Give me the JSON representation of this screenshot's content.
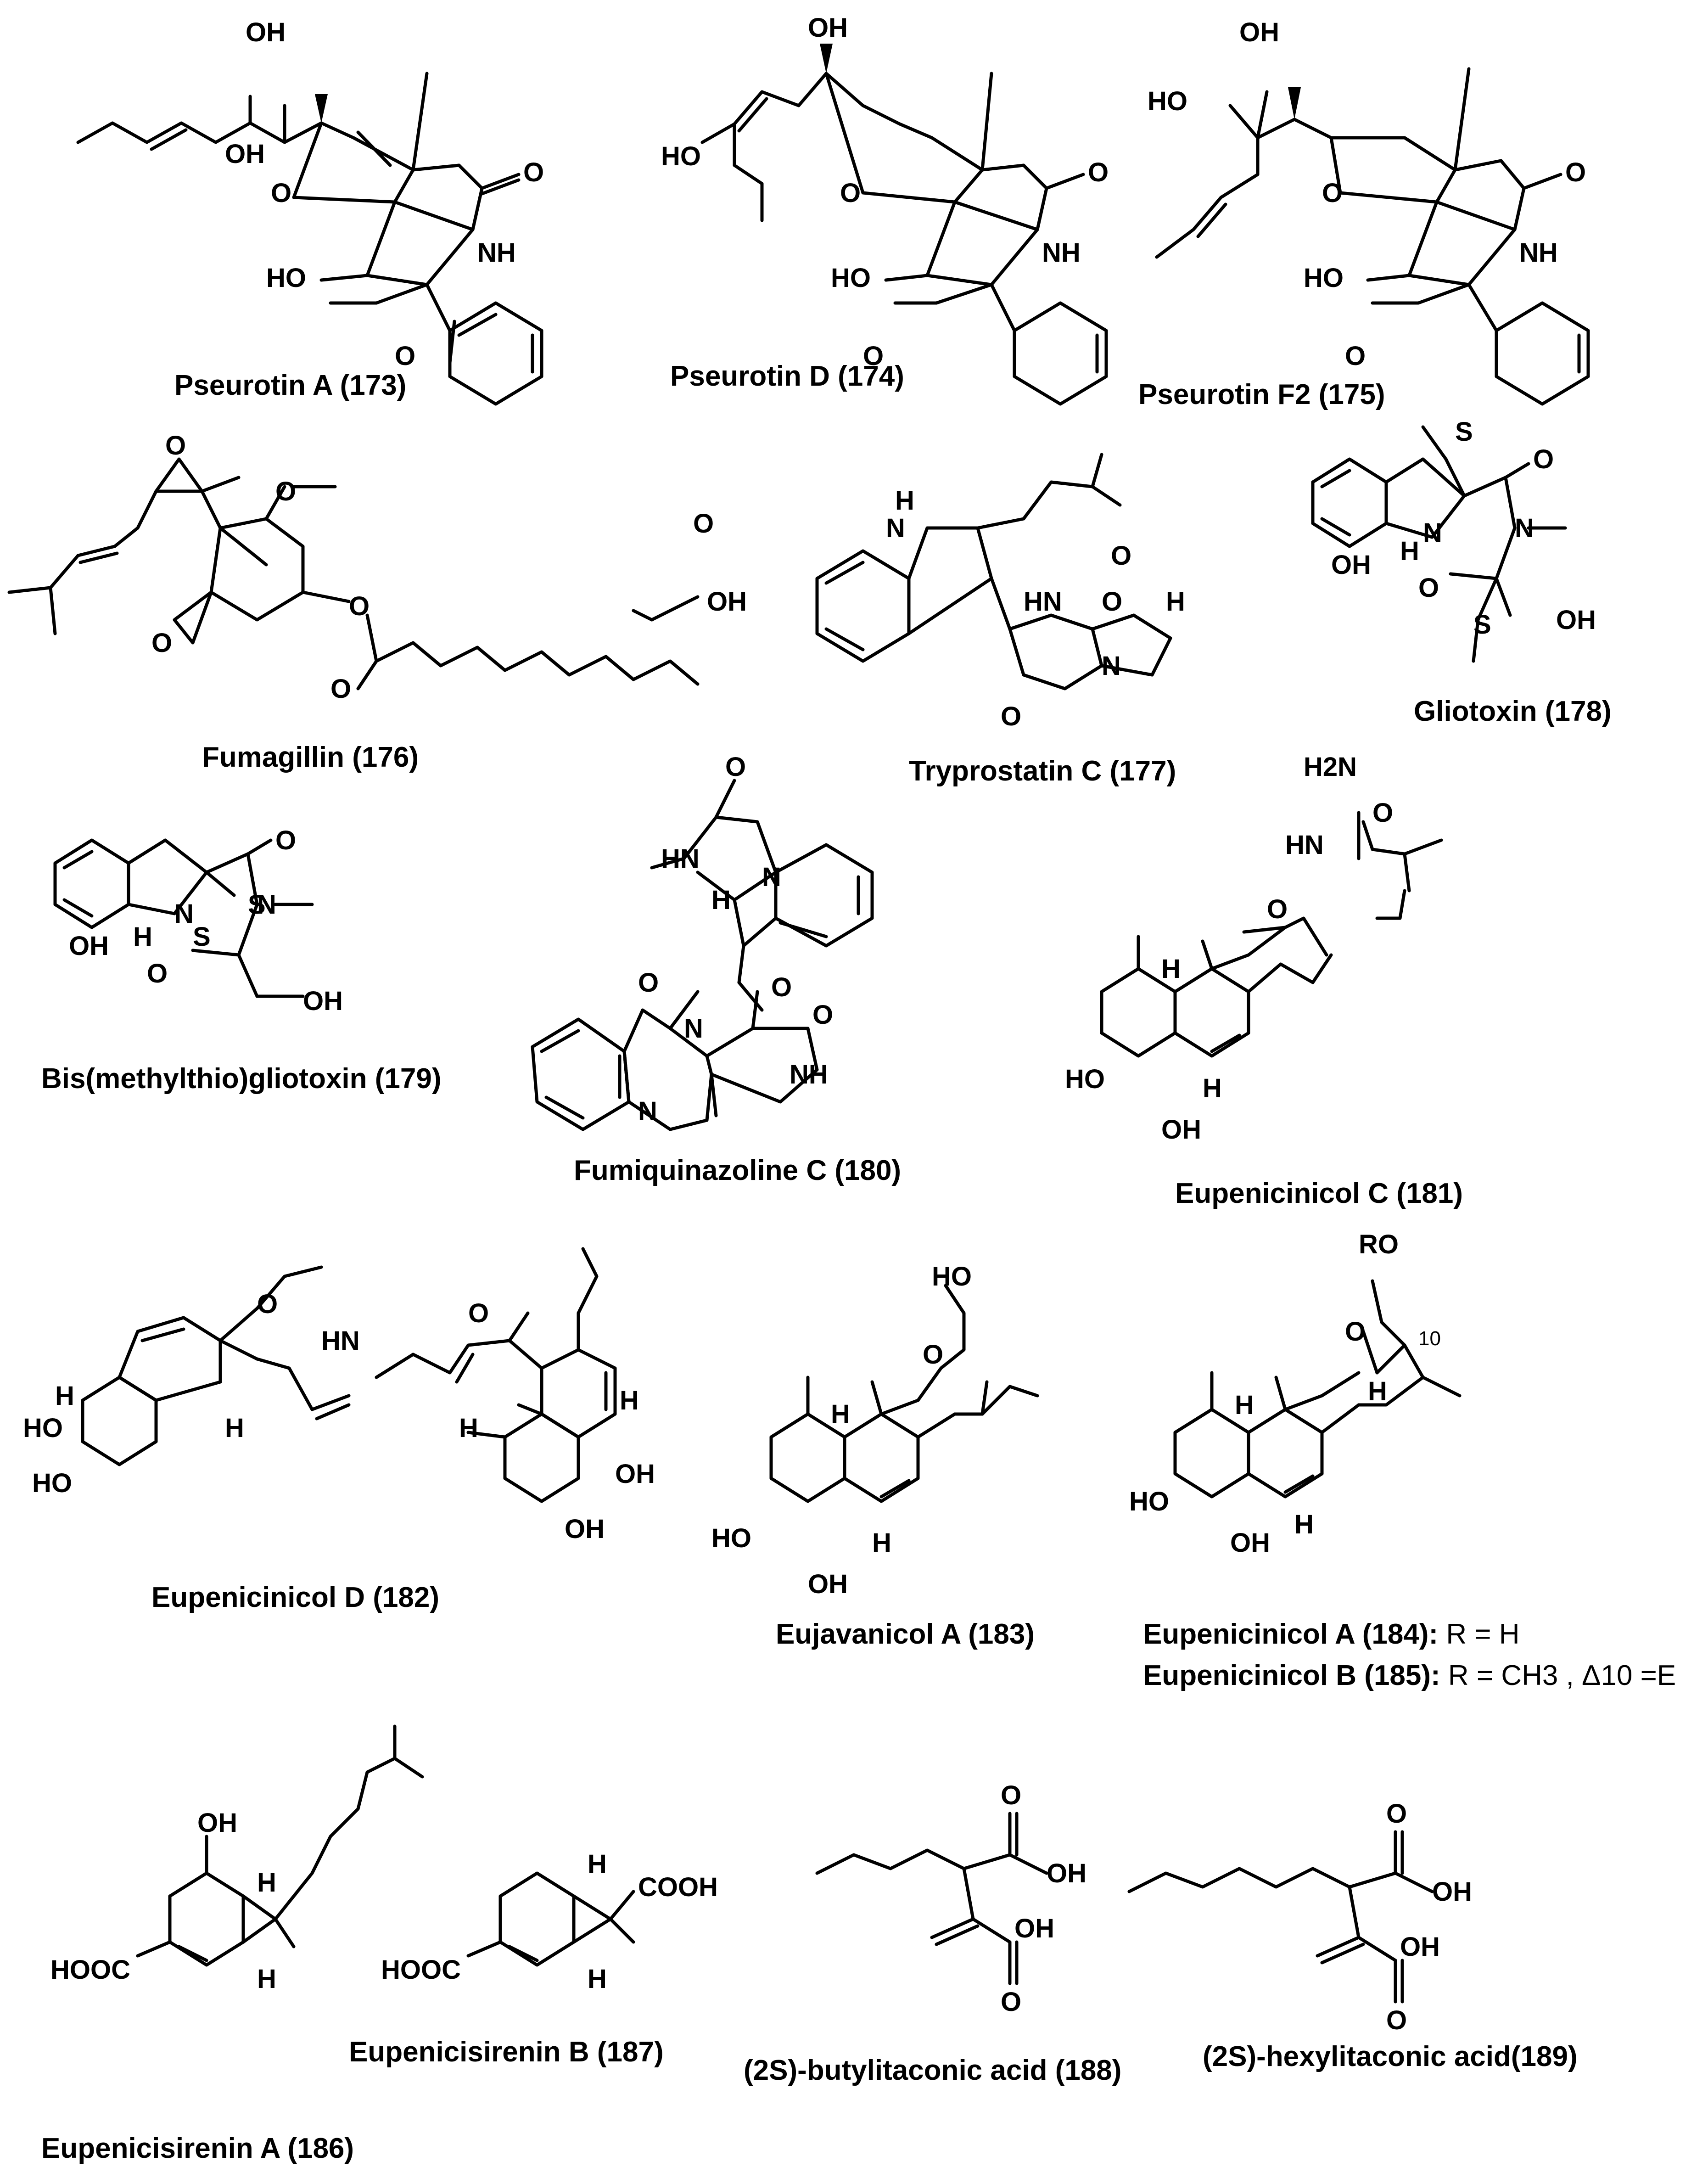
{
  "compounds": [
    {
      "name": "Pseurotin A",
      "number": "(173)"
    },
    {
      "name": "Pseurotin D",
      "number": "(174)"
    },
    {
      "name": "Pseurotin F2",
      "number": "(175)"
    },
    {
      "name": "Fumagillin",
      "number": "(176)"
    },
    {
      "name": "Tryprostatin C",
      "number": "(177)"
    },
    {
      "name": "Gliotoxin",
      "number": "(178)"
    },
    {
      "name": "Bis(methylthio)gliotoxin",
      "number": "(179)"
    },
    {
      "name": "Fumiquinazoline C",
      "number": "(180)"
    },
    {
      "name": "Eupenicinicol C",
      "number": "(181)"
    },
    {
      "name": "Eupenicinicol D",
      "number": "(182)"
    },
    {
      "name": "Eujavanicol A",
      "number": "(183)"
    },
    {
      "name": "Eupenicinicol A",
      "number": "(184)",
      "note": "R = H"
    },
    {
      "name": "Eupenicinicol B",
      "number": "(185)",
      "note": "R = CH3 , Δ10 =E"
    },
    {
      "name": "Eupenicisirenin A",
      "number": "(186)"
    },
    {
      "name": "Eupenicisirenin B",
      "number": "(187)"
    },
    {
      "name": "(2S)-butylitaconic acid",
      "number": "(188)"
    },
    {
      "name": "(2S)-hexylitaconic acid",
      "number": "(189)"
    }
  ],
  "atoms": {
    "OH": "OH",
    "HO": "HO",
    "O": "O",
    "NH": "NH",
    "HN": "HN",
    "N": "N",
    "S": "S",
    "H": "H",
    "H2N": "H2N",
    "RO": "RO",
    "COOH": "COOH",
    "HOOC": "HOOC",
    "locant10": "10"
  }
}
